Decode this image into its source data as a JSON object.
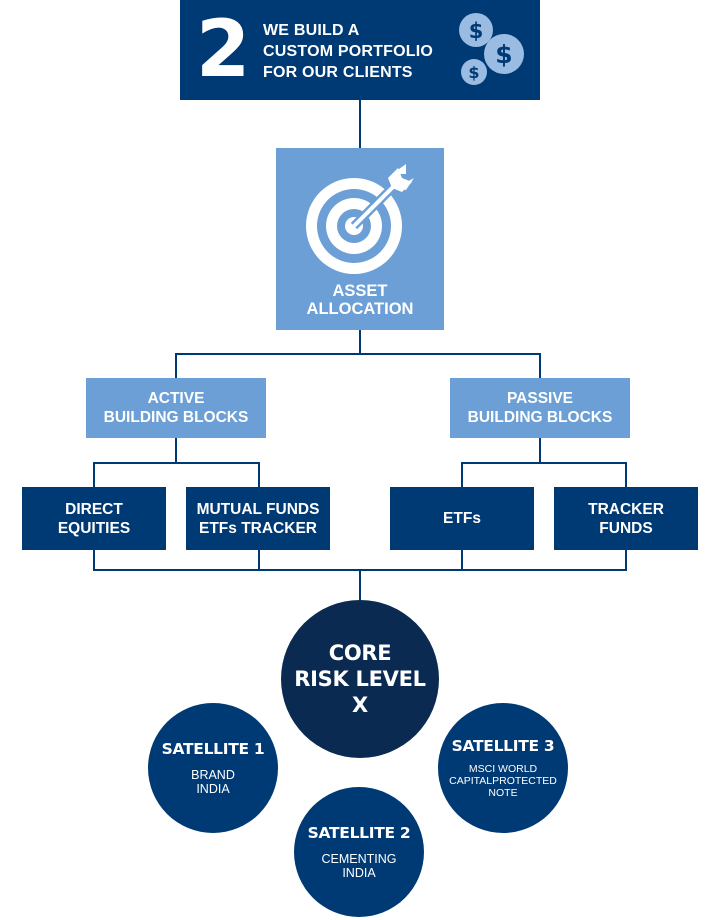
{
  "header": {
    "number": "2",
    "line1": "WE BUILD A",
    "line2": "CUSTOM PORTFOLIO",
    "line3": "FOR OUR CLIENTS",
    "icon": "dollar-coins-icon"
  },
  "asset_allocation": {
    "icon": "target-arrow-icon",
    "line1": "ASSET",
    "line2": "ALLOCATION"
  },
  "active": {
    "line1": "ACTIVE",
    "line2": "BUILDING BLOCKS"
  },
  "passive": {
    "line1": "PASSIVE",
    "line2": "BUILDING BLOCKS"
  },
  "leaves": {
    "direct_equities": {
      "line1": "DIRECT",
      "line2": "EQUITIES"
    },
    "mutual_funds": {
      "line1": "MUTUAL FUNDS",
      "line2": "ETFs TRACKER"
    },
    "etfs": {
      "line1": "ETFs"
    },
    "tracker_funds": {
      "line1": "TRACKER",
      "line2": "FUNDS"
    }
  },
  "core": {
    "line1": "CORE",
    "line2": "RISK LEVEL",
    "line3": "X"
  },
  "satellites": [
    {
      "title": "SATELLITE 1",
      "line1": "BRAND",
      "line2": "INDIA"
    },
    {
      "title": "SATELLITE 2",
      "line1": "CEMENTING",
      "line2": "INDIA"
    },
    {
      "title": "SATELLITE 3",
      "line1": "MSCI WORLD",
      "line2": "CAPITALPROTECTED",
      "line3": "NOTE"
    }
  ],
  "colors": {
    "dark_blue": "#003a75",
    "light_blue": "#6b9fd6",
    "core_navy": "#0b2a52",
    "coin_blue": "#9bbce2"
  }
}
